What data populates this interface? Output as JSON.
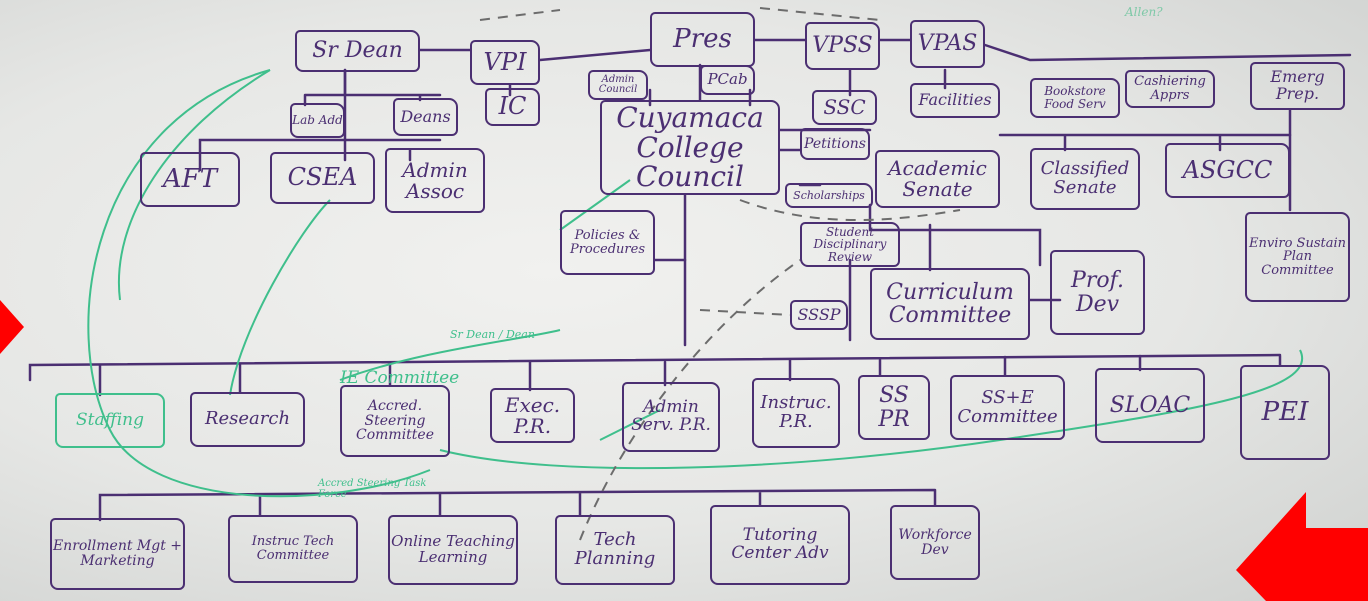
{
  "scene": "Whiteboard with hand-drawn college governance organization chart",
  "top_note": "Allen?",
  "nodes": {
    "pres": "Pres",
    "sr_dean": "Sr Dean",
    "vpi": "VPI",
    "ic": "IC",
    "lab_add": "Lab Add",
    "deans": "Deans",
    "admin_council": "Admin Council",
    "pcab": "PCab",
    "vpss": "VPSS",
    "vpas": "VPAS",
    "ssc": "SSC",
    "facilities": "Facilities",
    "bookstore": "Bookstore Food Serv",
    "cashiering": "Cashiering Apprs",
    "emerg_prep": "Emerg Prep.",
    "council": "Cuyamaca College Council",
    "petitions": "Petitions",
    "academic_senate": "Academic Senate",
    "classified_senate": "Classified Senate",
    "asgcc": "ASGCC",
    "aft": "AFT",
    "csea": "CSEA",
    "admin_assoc": "Admin Assoc",
    "scholarships": "Scholarships",
    "policies": "Policies & Procedures",
    "student_discipline": "Student Disciplinary Review",
    "enviro": "Enviro Sustain Plan Committee",
    "sssp": "SSSP",
    "curriculum": "Curriculum Committee",
    "prof_dev": "Prof. Dev",
    "staffing": "Staffing",
    "research": "Research",
    "accred_steering": "Accred. Steering Committee",
    "exec_pr": "Exec. P.R.",
    "admin_serv_pr": "Admin Serv. P.R.",
    "instruc_pr": "Instruc. P.R.",
    "ss_pr": "SS PR",
    "sse_committee": "SS+E Committee",
    "sloac": "SLOAC",
    "pei": "PEI",
    "enrollment": "Enrollment Mgt + Marketing",
    "instruc_tech": "Instruc Tech Committee",
    "online_teaching": "Online Teaching Learning",
    "tech_planning": "Tech Planning",
    "tutoring": "Tutoring Center Adv",
    "workforce": "Workforce Dev"
  },
  "notes": {
    "iec": "IE Committee",
    "sr_dean_note": "Sr Dean / Dean",
    "accred_task_force": "Accred Steering Task Force"
  },
  "colors": {
    "ink": "#4b2f72",
    "green_marker": "#3fbf8c",
    "arrow": "#ff0000"
  }
}
